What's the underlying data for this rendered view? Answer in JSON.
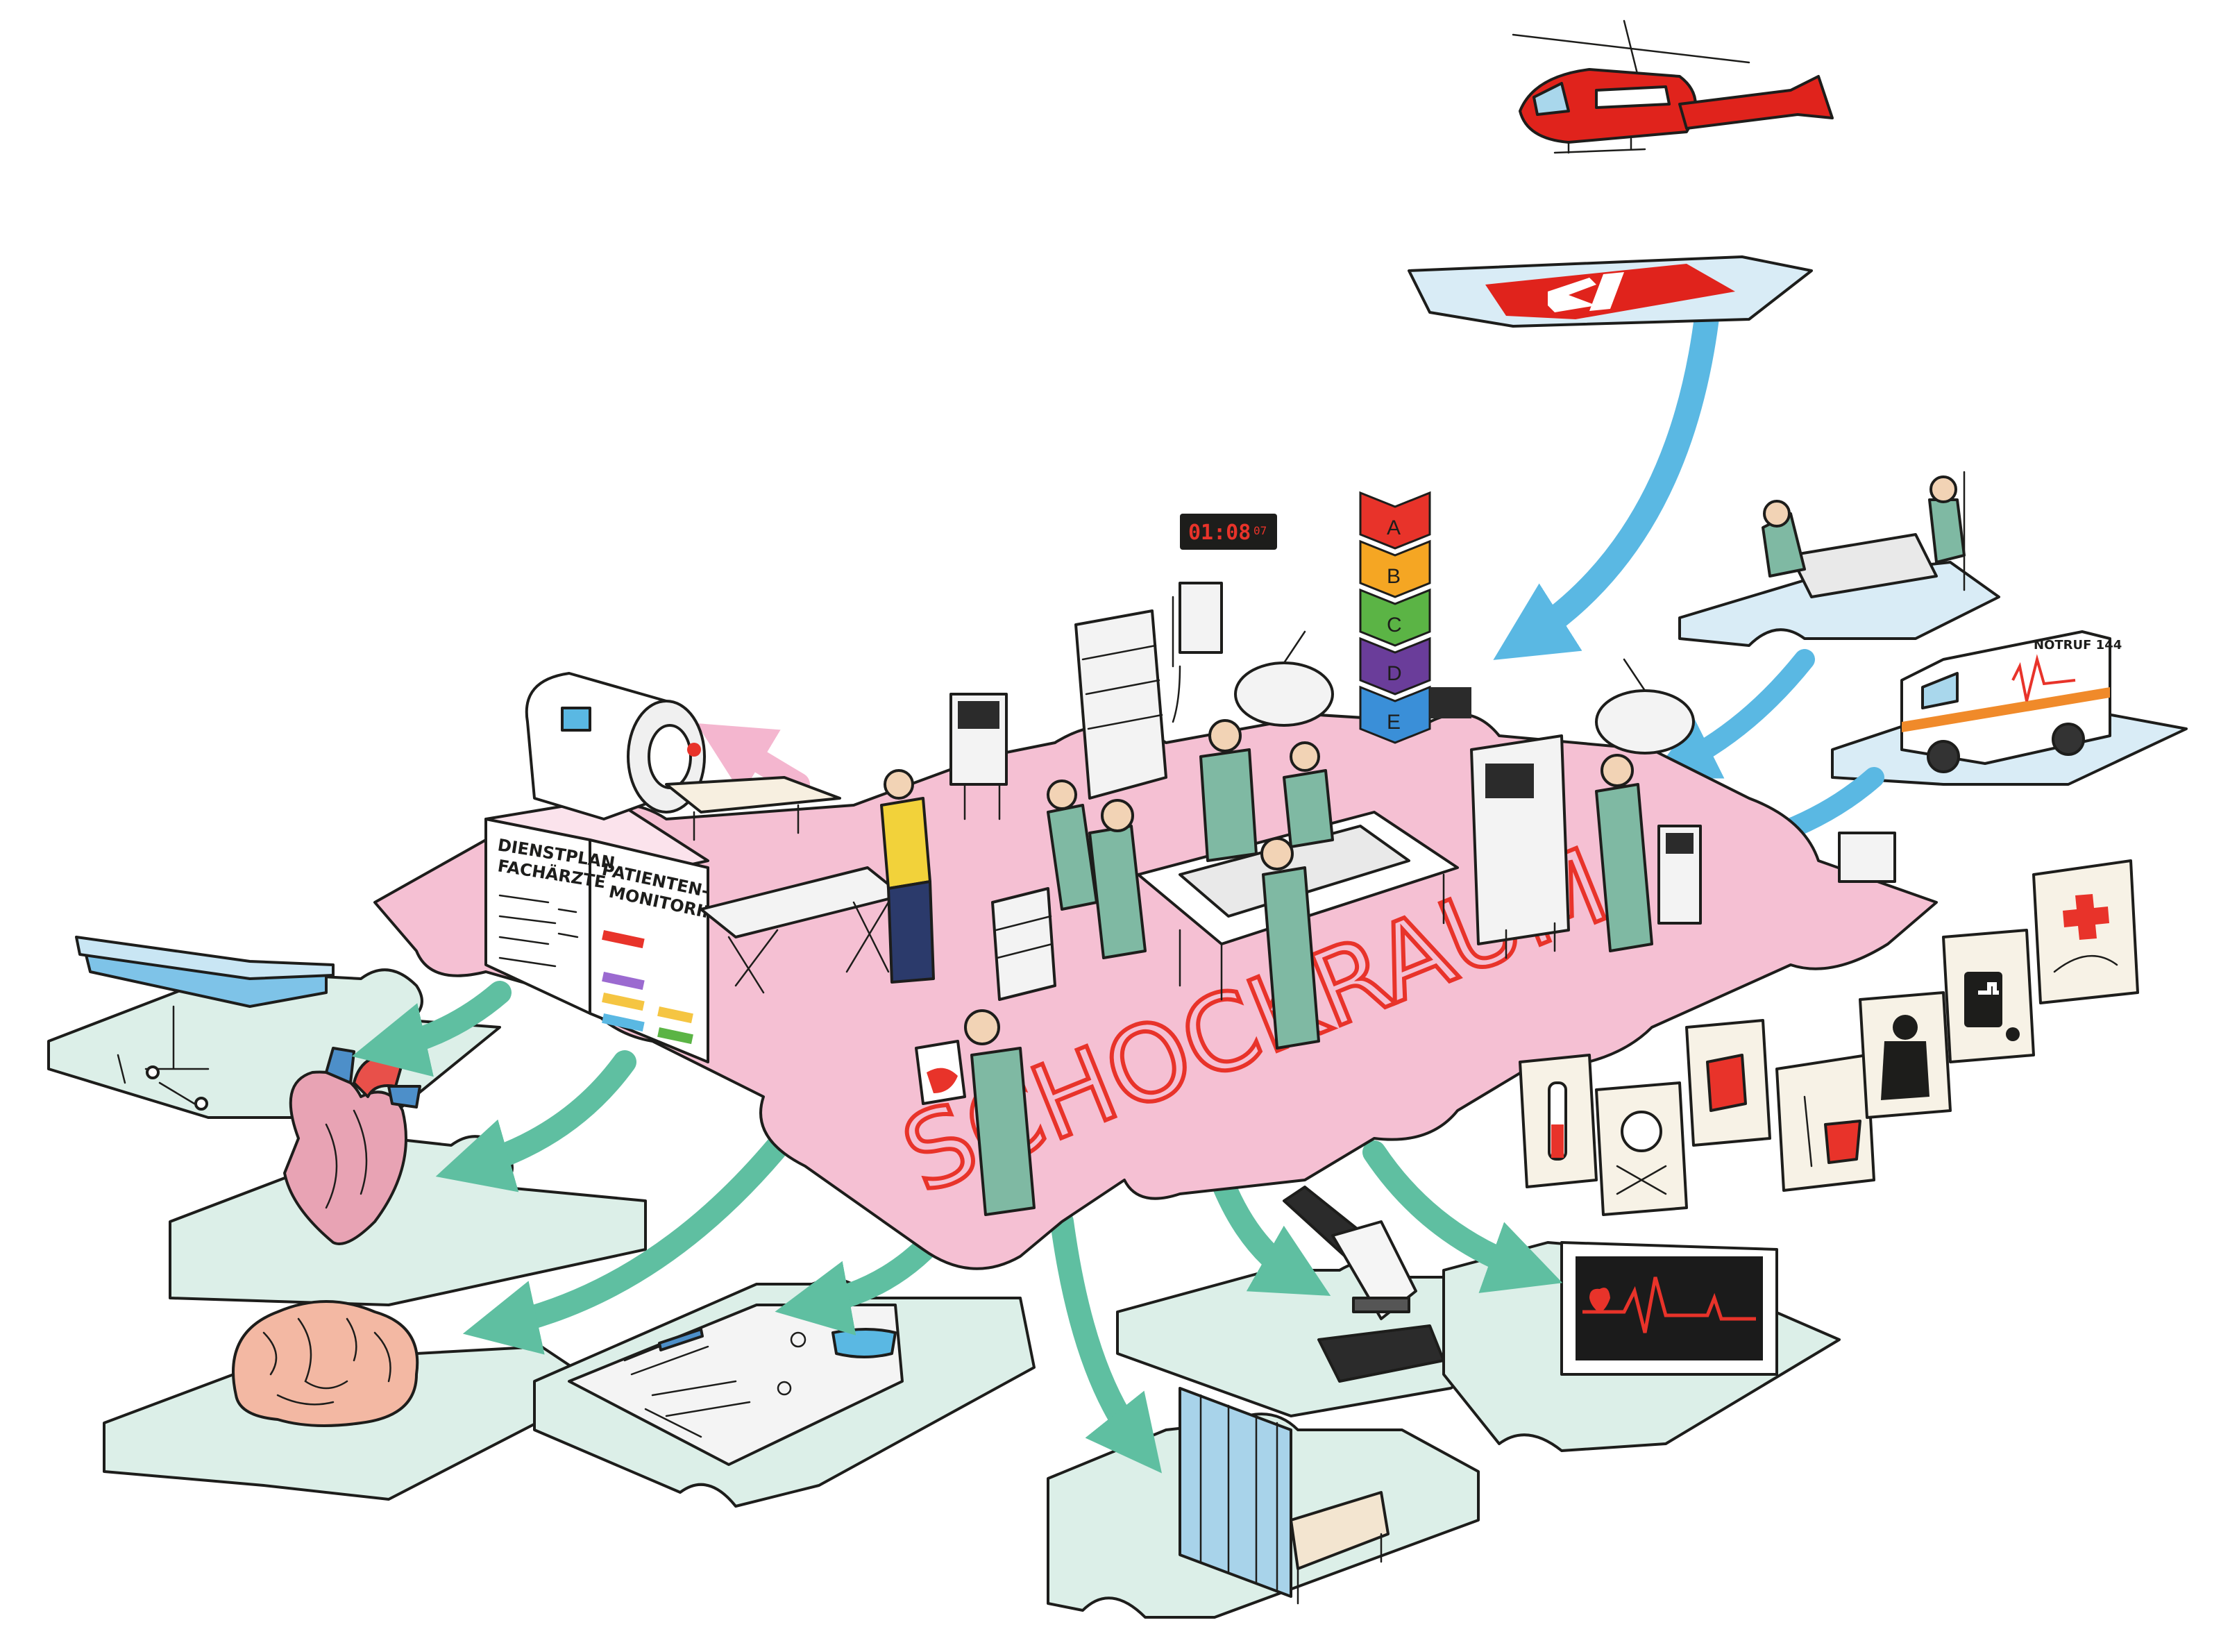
{
  "clock": {
    "time": "01:08",
    "suffix": "07"
  },
  "abcde": [
    "A",
    "B",
    "C",
    "D",
    "E"
  ],
  "abcde_colors": [
    "#e8332a",
    "#f5a623",
    "#5bb445",
    "#6a3d9a",
    "#3a8fd8"
  ],
  "floor_word": "SCHOCKRAUM",
  "board": {
    "left_title_line1": "DIENSTPLAN",
    "left_title_line2": "FACHÄRZTE",
    "right_title_line1": "PATIENTEN-",
    "right_title_line2": "MONITORING"
  },
  "ambulance": {
    "label": "NOTRUF 144"
  },
  "colors": {
    "floor_pink": "#f5c0d3",
    "piece_mint": "#dcefe8",
    "piece_blue": "#d9ecf6",
    "arrow_blue": "#5ab8e3",
    "arrow_green": "#5fbfa1",
    "heli_red": "#e0231c",
    "scrubs": "#7fb9a3",
    "word_red": "#e8332a"
  },
  "icons": [
    "helicopter-icon",
    "helipad-icon",
    "stretcher-icon",
    "ambulance-icon",
    "ct-scanner-icon",
    "heart-icon",
    "brain-icon",
    "surgical-instruments-icon",
    "microscope-icon",
    "ecg-monitor-icon",
    "privacy-screen-icon",
    "test-tube-card-icon",
    "poison-card-icon",
    "blood-bag-card-icon",
    "cleaning-card-icon",
    "police-card-icon",
    "medication-card-icon",
    "first-aid-card-icon"
  ]
}
